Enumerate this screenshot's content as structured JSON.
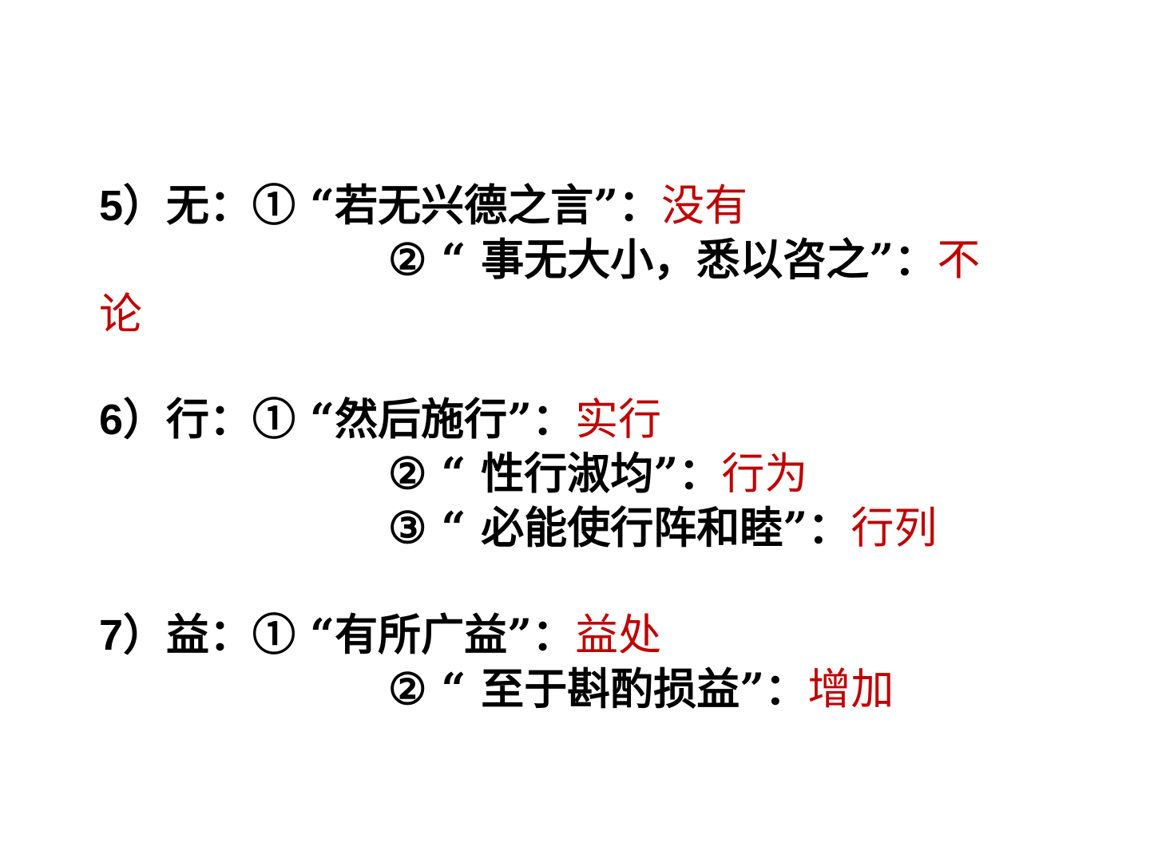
{
  "colors": {
    "text": "#000000",
    "answer": "#c00000",
    "background": "#ffffff"
  },
  "entries": [
    {
      "number": "5",
      "paren": "）",
      "word": "无：",
      "senses": [
        {
          "mark": "①",
          "quote": "“若无兴德之言”：",
          "answer": "没有"
        },
        {
          "mark": "②",
          "quote": "“ 事无大小，悉以咨之”：",
          "answer": "不",
          "answer_wrap": "论"
        }
      ]
    },
    {
      "number": "6",
      "paren": "）",
      "word": "行：",
      "senses": [
        {
          "mark": "①",
          "quote": "“然后施行”：",
          "answer": "实行"
        },
        {
          "mark": "②",
          "quote": "“ 性行淑均”：",
          "answer": "行为"
        },
        {
          "mark": "③",
          "quote": "“ 必能使行阵和睦”：",
          "answer": "行列"
        }
      ]
    },
    {
      "number": "7",
      "paren": "）",
      "word": "益：",
      "senses": [
        {
          "mark": "①",
          "quote": "“有所广益”：",
          "answer": "益处"
        },
        {
          "mark": "②",
          "quote": "“ 至于斟酌损益”：",
          "answer": "增加"
        }
      ]
    }
  ]
}
